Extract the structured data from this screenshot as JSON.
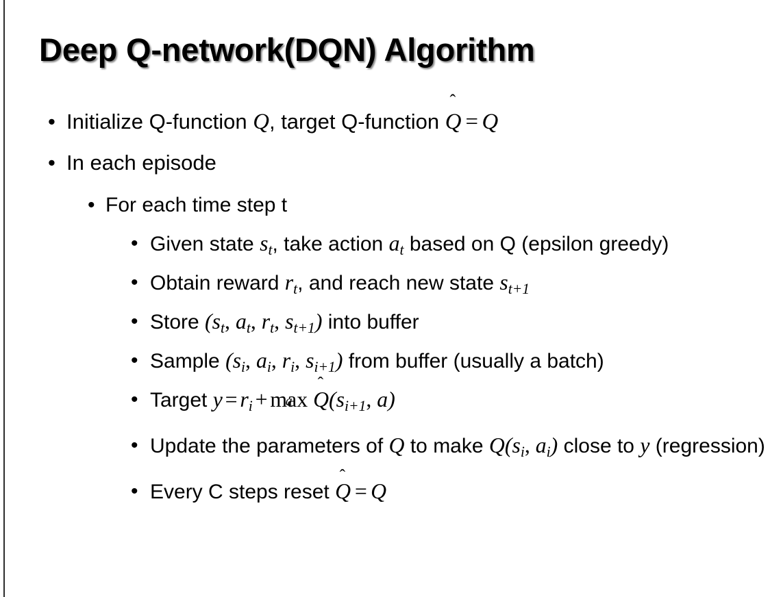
{
  "slide": {
    "title": "Deep Q-network(DQN) Algorithm",
    "bullet_glyph": "•",
    "accent_color": "#2b2b2b",
    "background_color": "#ffffff",
    "text_color": "#000000"
  },
  "content": {
    "items": [
      {
        "level": 1,
        "id": "initialize",
        "text_plain": "Initialize Q-function Q, target Q-function Q̂ = Q",
        "segments": {
          "lead": "Initialize Q-function ",
          "math_q1": "Q",
          "mid": ", target Q-function ",
          "math_qhat": "Q",
          "hat_mark": "ˆ",
          "equals": "=",
          "math_q2": "Q"
        }
      },
      {
        "level": 1,
        "id": "in-each-episode",
        "text_plain": "In each episode"
      },
      {
        "level": 2,
        "id": "for-each-time-step",
        "text_plain": "For each time step t"
      },
      {
        "level": 3,
        "id": "given-state",
        "text_plain": "Given state s_t, take action a_t based on Q (epsilon greedy)",
        "segments": {
          "lead": "Given state ",
          "var_s": "s",
          "sub_t": "t",
          "mid": ", take action ",
          "var_a": "a",
          "sub_t2": "t",
          "tail": " based on Q (epsilon greedy)"
        }
      },
      {
        "level": 3,
        "id": "obtain-reward",
        "text_plain": "Obtain reward r_t, and reach new state s_{t+1}",
        "segments": {
          "lead": "Obtain reward ",
          "var_r": "r",
          "sub_t": "t",
          "mid": ", and reach new state ",
          "var_s": "s",
          "sub_t1": "t+1"
        }
      },
      {
        "level": 3,
        "id": "store-into-buffer",
        "text_plain": "Store (s_t, a_t, r_t, s_{t+1}) into buffer",
        "segments": {
          "lead": "Store ",
          "open": "(",
          "var_s": "s",
          "sub_t": "t",
          "comma1": ", ",
          "var_a": "a",
          "sub_t2": "t",
          "comma2": ", ",
          "var_r": "r",
          "sub_t3": "t",
          "comma3": ", ",
          "var_s2": "s",
          "sub_t1": "t+1",
          "close": ")",
          "tail": " into buffer"
        }
      },
      {
        "level": 3,
        "id": "sample-from-buffer",
        "text_plain": "Sample (s_i, a_i, r_i, s_{i+1}) from buffer (usually a batch)",
        "segments": {
          "lead": "Sample ",
          "open": "(",
          "var_s": "s",
          "sub_i": "i",
          "comma1": ", ",
          "var_a": "a",
          "sub_i2": "i",
          "comma2": ", ",
          "var_r": "r",
          "sub_i3": "i",
          "comma3": ", ",
          "var_s2": "s",
          "sub_i1": "i+1",
          "close": ")",
          "tail": " from buffer (usually a batch)"
        }
      },
      {
        "level": 3,
        "id": "target",
        "text_plain": "Target y = r_i + max_a Q̂(s_{i+1}, a)",
        "segments": {
          "lead": "Target ",
          "var_y": "y",
          "equals": "=",
          "var_r": "r",
          "sub_i": "i",
          "plus": "+",
          "max_op": "max",
          "max_sub": "a",
          "qhat": "Q",
          "hat_mark": "ˆ",
          "open": "(",
          "var_s": "s",
          "sub_i1": "i+1",
          "comma": ", ",
          "var_a": "a",
          "close": ")"
        }
      },
      {
        "level": 3,
        "id": "update-parameters",
        "text_plain": "Update the parameters of Q to make Q(s_i, a_i) close to y (regression)",
        "segments": {
          "lead": "Update the parameters of ",
          "var_q1": "Q",
          "mid": " to make ",
          "var_q2": "Q",
          "open": "(",
          "var_s": "s",
          "sub_i": "i",
          "comma": ", ",
          "var_a": "a",
          "sub_i2": "i",
          "close": ")",
          "tail": " close to ",
          "var_y": "y",
          "tail2": " (regression)"
        }
      },
      {
        "level": 3,
        "id": "reset-target-network",
        "text_plain": "Every C steps reset Q̂ = Q",
        "segments": {
          "lead": "Every C steps reset ",
          "qhat": "Q",
          "hat_mark": "ˆ",
          "equals": "=",
          "var_q": "Q"
        }
      }
    ]
  }
}
